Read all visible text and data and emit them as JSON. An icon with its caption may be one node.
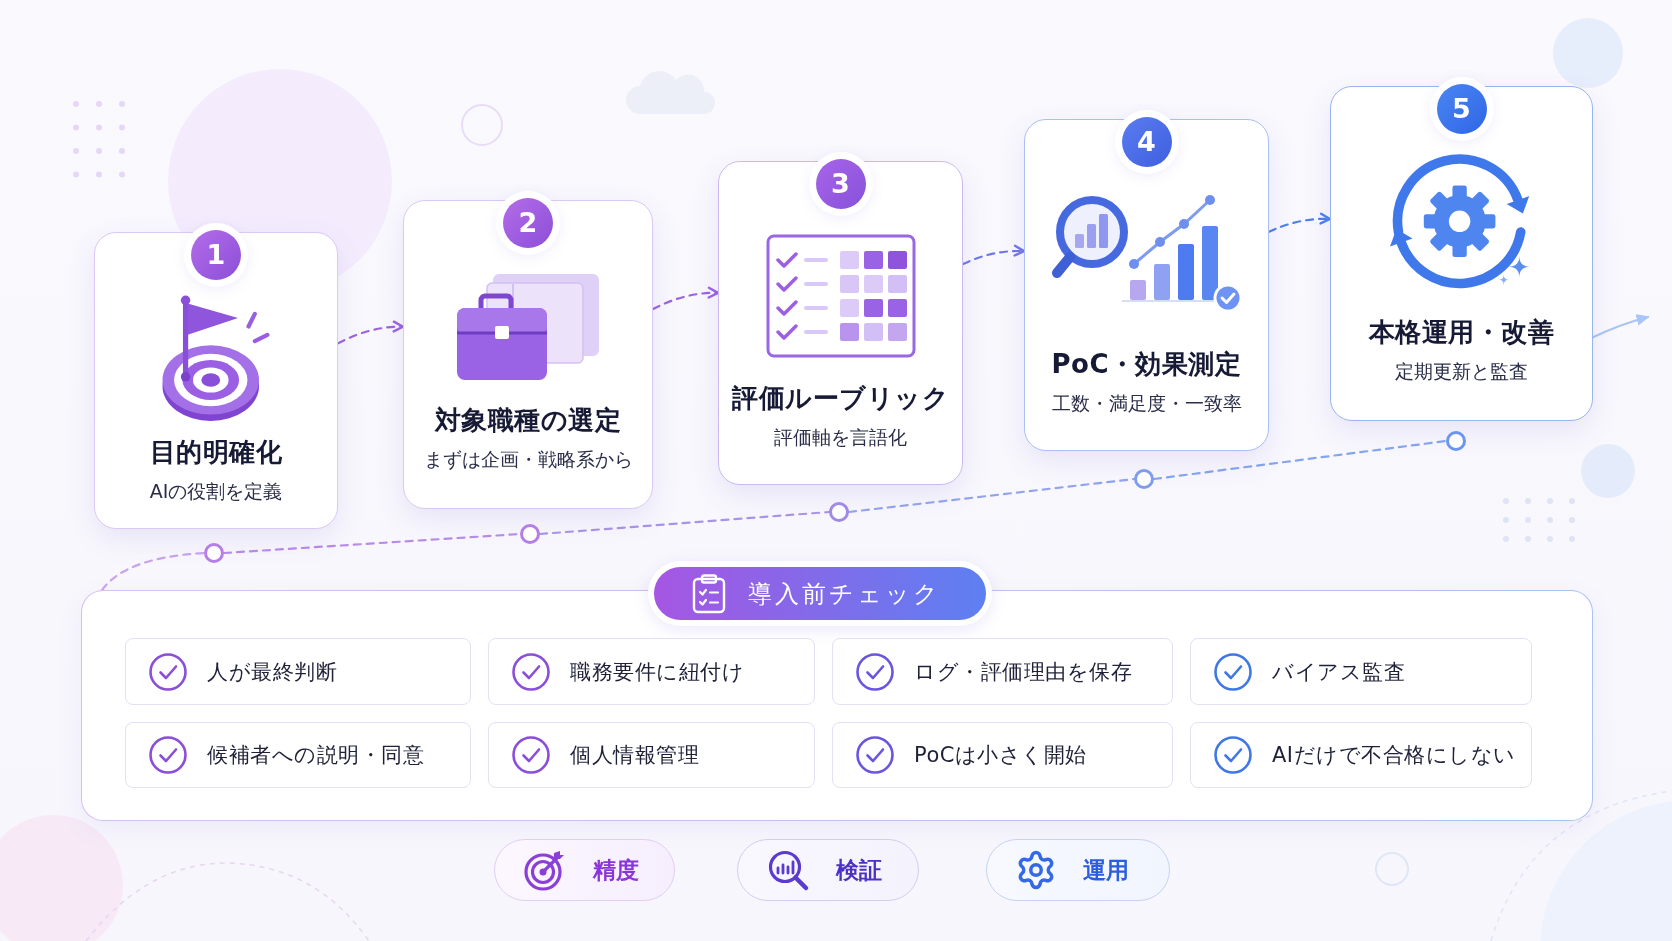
{
  "diagram": {
    "nodes": [
      {
        "text": [
          "1",
          "目的明確化",
          "AIの役割を定義"
        ]
      },
      {
        "text": [
          "2",
          "対象職種の選定",
          "まずは企画・戦略系から"
        ]
      },
      {
        "text": [
          "3",
          "評価ルーブリック",
          "評価軸を言語化"
        ]
      },
      {
        "text": [
          "4",
          "PoC・効果測定",
          "工数・満足度・一致率"
        ]
      },
      {
        "text": [
          "5",
          "本格運用・改善",
          "定期更新と監査"
        ]
      },
      {
        "text": [],
        "shape": "circle"
      },
      {
        "text": [],
        "shape": "circle"
      },
      {
        "text": [],
        "shape": "circle"
      },
      {
        "text": [],
        "shape": "circle"
      },
      {
        "text": [],
        "shape": "circle"
      },
      {
        "text": [
          "導入前チェック"
        ]
      },
      {
        "text": [
          "人が最終判断"
        ],
        "in": 10
      },
      {
        "text": [
          "職務要件に紐付け"
        ],
        "in": 10
      },
      {
        "text": [
          "ログ・評価理由を保存"
        ],
        "in": 10
      },
      {
        "text": [
          "バイアス監査"
        ],
        "in": 10
      },
      {
        "text": [
          "候補者への説明・同意"
        ],
        "in": 10
      },
      {
        "text": [
          "個人情報管理"
        ],
        "in": 10
      },
      {
        "text": [
          "PoCは小さく開始"
        ],
        "in": 10
      },
      {
        "text": [
          "AIだけで不合格にしない"
        ],
        "in": 10
      },
      {
        "text": [
          "精度"
        ]
      },
      {
        "text": [
          "検証"
        ]
      },
      {
        "text": [
          "運用"
        ]
      }
    ],
    "edges": [
      {
        "from": 0,
        "to": 1,
        "arrow": "to",
        "style": "dashed",
        "color": "#9b63e2"
      },
      {
        "from": 1,
        "to": 2,
        "arrow": "to",
        "style": "dashed",
        "color": "#9b63e2"
      },
      {
        "from": 2,
        "to": 3,
        "arrow": "to",
        "style": "dashed",
        "color": "#6f78ea"
      },
      {
        "from": 3,
        "to": 4,
        "arrow": "to",
        "style": "dashed",
        "color": "#4f7ff0"
      },
      {
        "from": 4,
        "to": null,
        "arrow": "to",
        "color": "#a9c5f5"
      },
      {
        "from": 10,
        "to": 5,
        "arrow": "none",
        "style": "dashed",
        "color": "#c9a3ee"
      },
      {
        "from": 5,
        "to": 6,
        "arrow": "none",
        "style": "dashed",
        "color": "#b98ce9"
      },
      {
        "from": 6,
        "to": 7,
        "arrow": "none",
        "style": "dashed",
        "color": "#a994ea"
      },
      {
        "from": 7,
        "to": 8,
        "arrow": "none",
        "style": "dashed",
        "color": "#93a4ee"
      },
      {
        "from": 8,
        "to": 9,
        "arrow": "none",
        "style": "dashed",
        "color": "#86a5f0"
      }
    ]
  }
}
